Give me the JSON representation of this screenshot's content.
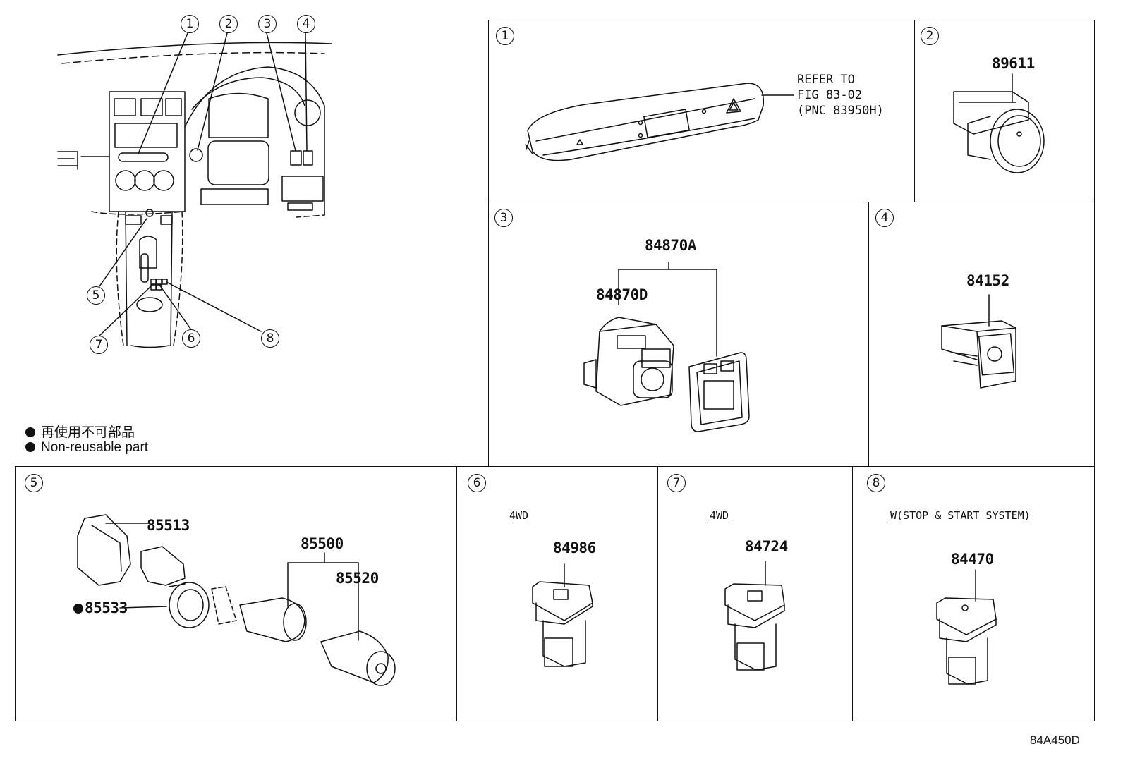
{
  "legend": {
    "jp": "再使用不可部品",
    "en": "Non-reusable part"
  },
  "overview_callouts": [
    "1",
    "2",
    "3",
    "4",
    "5",
    "6",
    "7",
    "8"
  ],
  "refer_note": [
    "REFER TO",
    "FIG 83-02",
    "(PNC 83950H)"
  ],
  "sections": [
    {
      "id": "1",
      "parts": []
    },
    {
      "id": "2",
      "parts": [
        "89611"
      ]
    },
    {
      "id": "3",
      "parts": [
        "84870A",
        "84870D"
      ]
    },
    {
      "id": "4",
      "parts": [
        "84152"
      ]
    },
    {
      "id": "5",
      "parts": [
        "85513",
        "85533",
        "85500",
        "85520"
      ],
      "non_reusable": [
        "85533"
      ]
    },
    {
      "id": "6",
      "condition": "4WD",
      "parts": [
        "84986"
      ]
    },
    {
      "id": "7",
      "condition": "4WD",
      "parts": [
        "84724"
      ]
    },
    {
      "id": "8",
      "condition": "W(STOP & START SYSTEM)",
      "parts": [
        "84470"
      ]
    }
  ],
  "figure_code": "84A450D"
}
